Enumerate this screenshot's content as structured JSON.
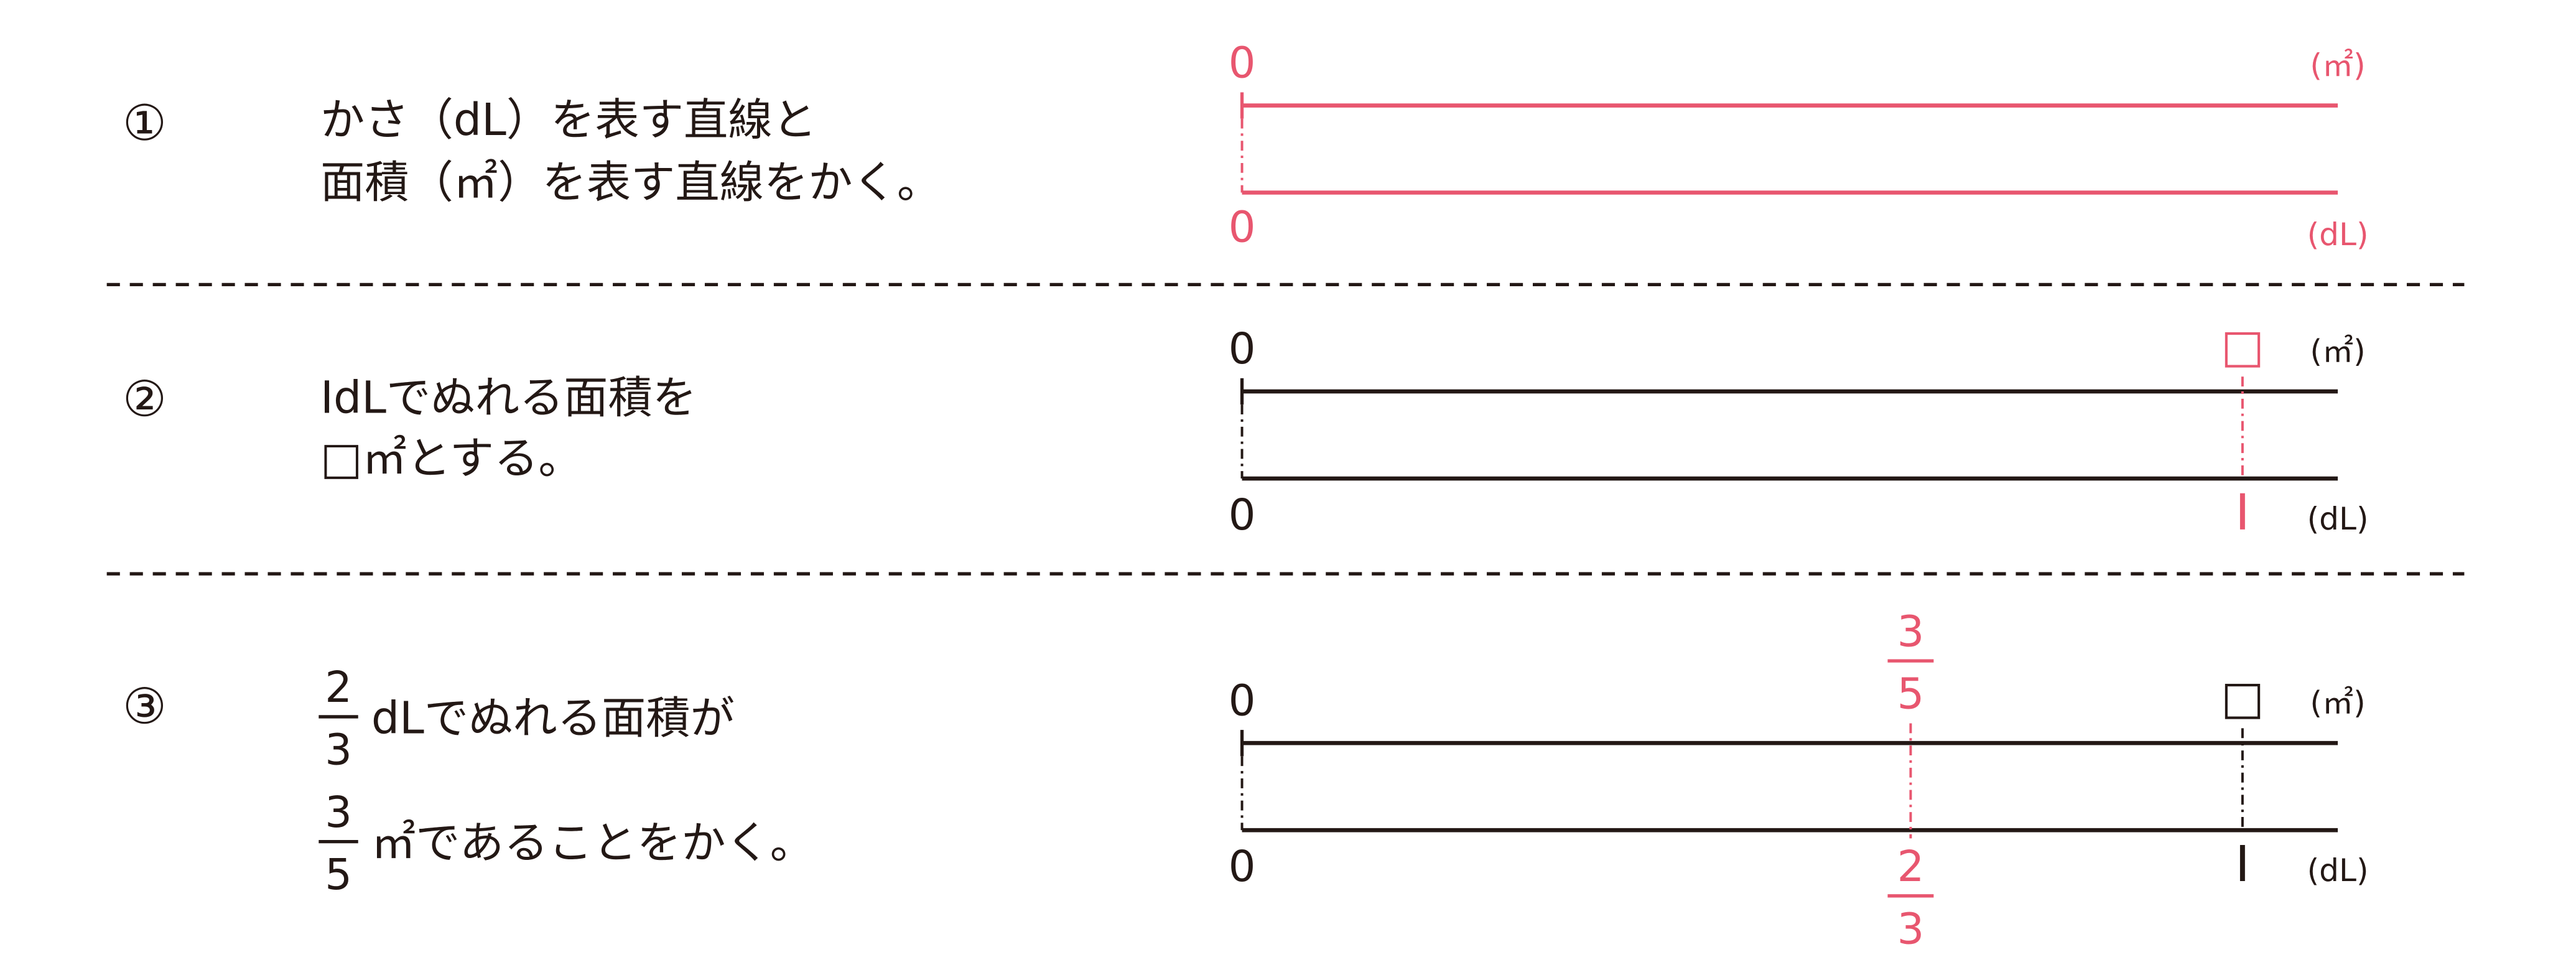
{
  "colors": {
    "accent": "#e8566f",
    "ink": "#231815"
  },
  "steps": [
    {
      "number": "①",
      "text": [
        "かさ（dL）を表す直線と",
        "面積（㎡）を表す直線をかく。"
      ],
      "top_zero": "0",
      "top_unit": "(㎡)",
      "bottom_zero": "0",
      "bottom_unit": "(dL)"
    },
    {
      "number": "②",
      "text": [
        "ⅠdLでぬれる面積を",
        "□㎡とする。"
      ],
      "top_zero": "0",
      "top_mark": "□",
      "top_unit": "(㎡)",
      "bottom_zero": "0",
      "bottom_mark": "Ⅰ",
      "bottom_unit": "(dL)"
    },
    {
      "number": "③",
      "text_frac1": {
        "num": "2",
        "den": "3"
      },
      "text_line1": "dLでぬれる面積が",
      "text_frac2": {
        "num": "3",
        "den": "5"
      },
      "text_line2": "㎡であることをかく。",
      "top_zero": "0",
      "top_frac": {
        "num": "3",
        "den": "5"
      },
      "top_mark": "□",
      "top_unit": "(㎡)",
      "bottom_zero": "0",
      "bottom_frac": {
        "num": "2",
        "den": "3"
      },
      "bottom_mark": "Ⅰ",
      "bottom_unit": "(dL)"
    }
  ]
}
